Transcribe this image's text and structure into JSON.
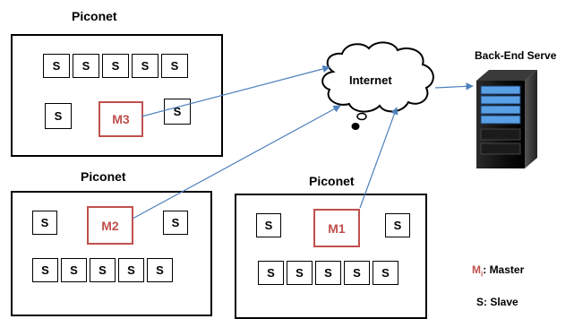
{
  "piconet_label": "Piconet",
  "slave_label": "S",
  "masters": {
    "m1": "M1",
    "m2": "M2",
    "m3": "M3"
  },
  "cloud_label": "Internet",
  "server_label": "Back-End Serve",
  "legend": {
    "master_symbol": "M",
    "master_subscript": "i",
    "master_text": ": Master",
    "slave_text": "S:  Slave"
  },
  "colors": {
    "master": "#c0504d",
    "arrow": "#4f81bd",
    "server_light": "#5aa0e6"
  }
}
